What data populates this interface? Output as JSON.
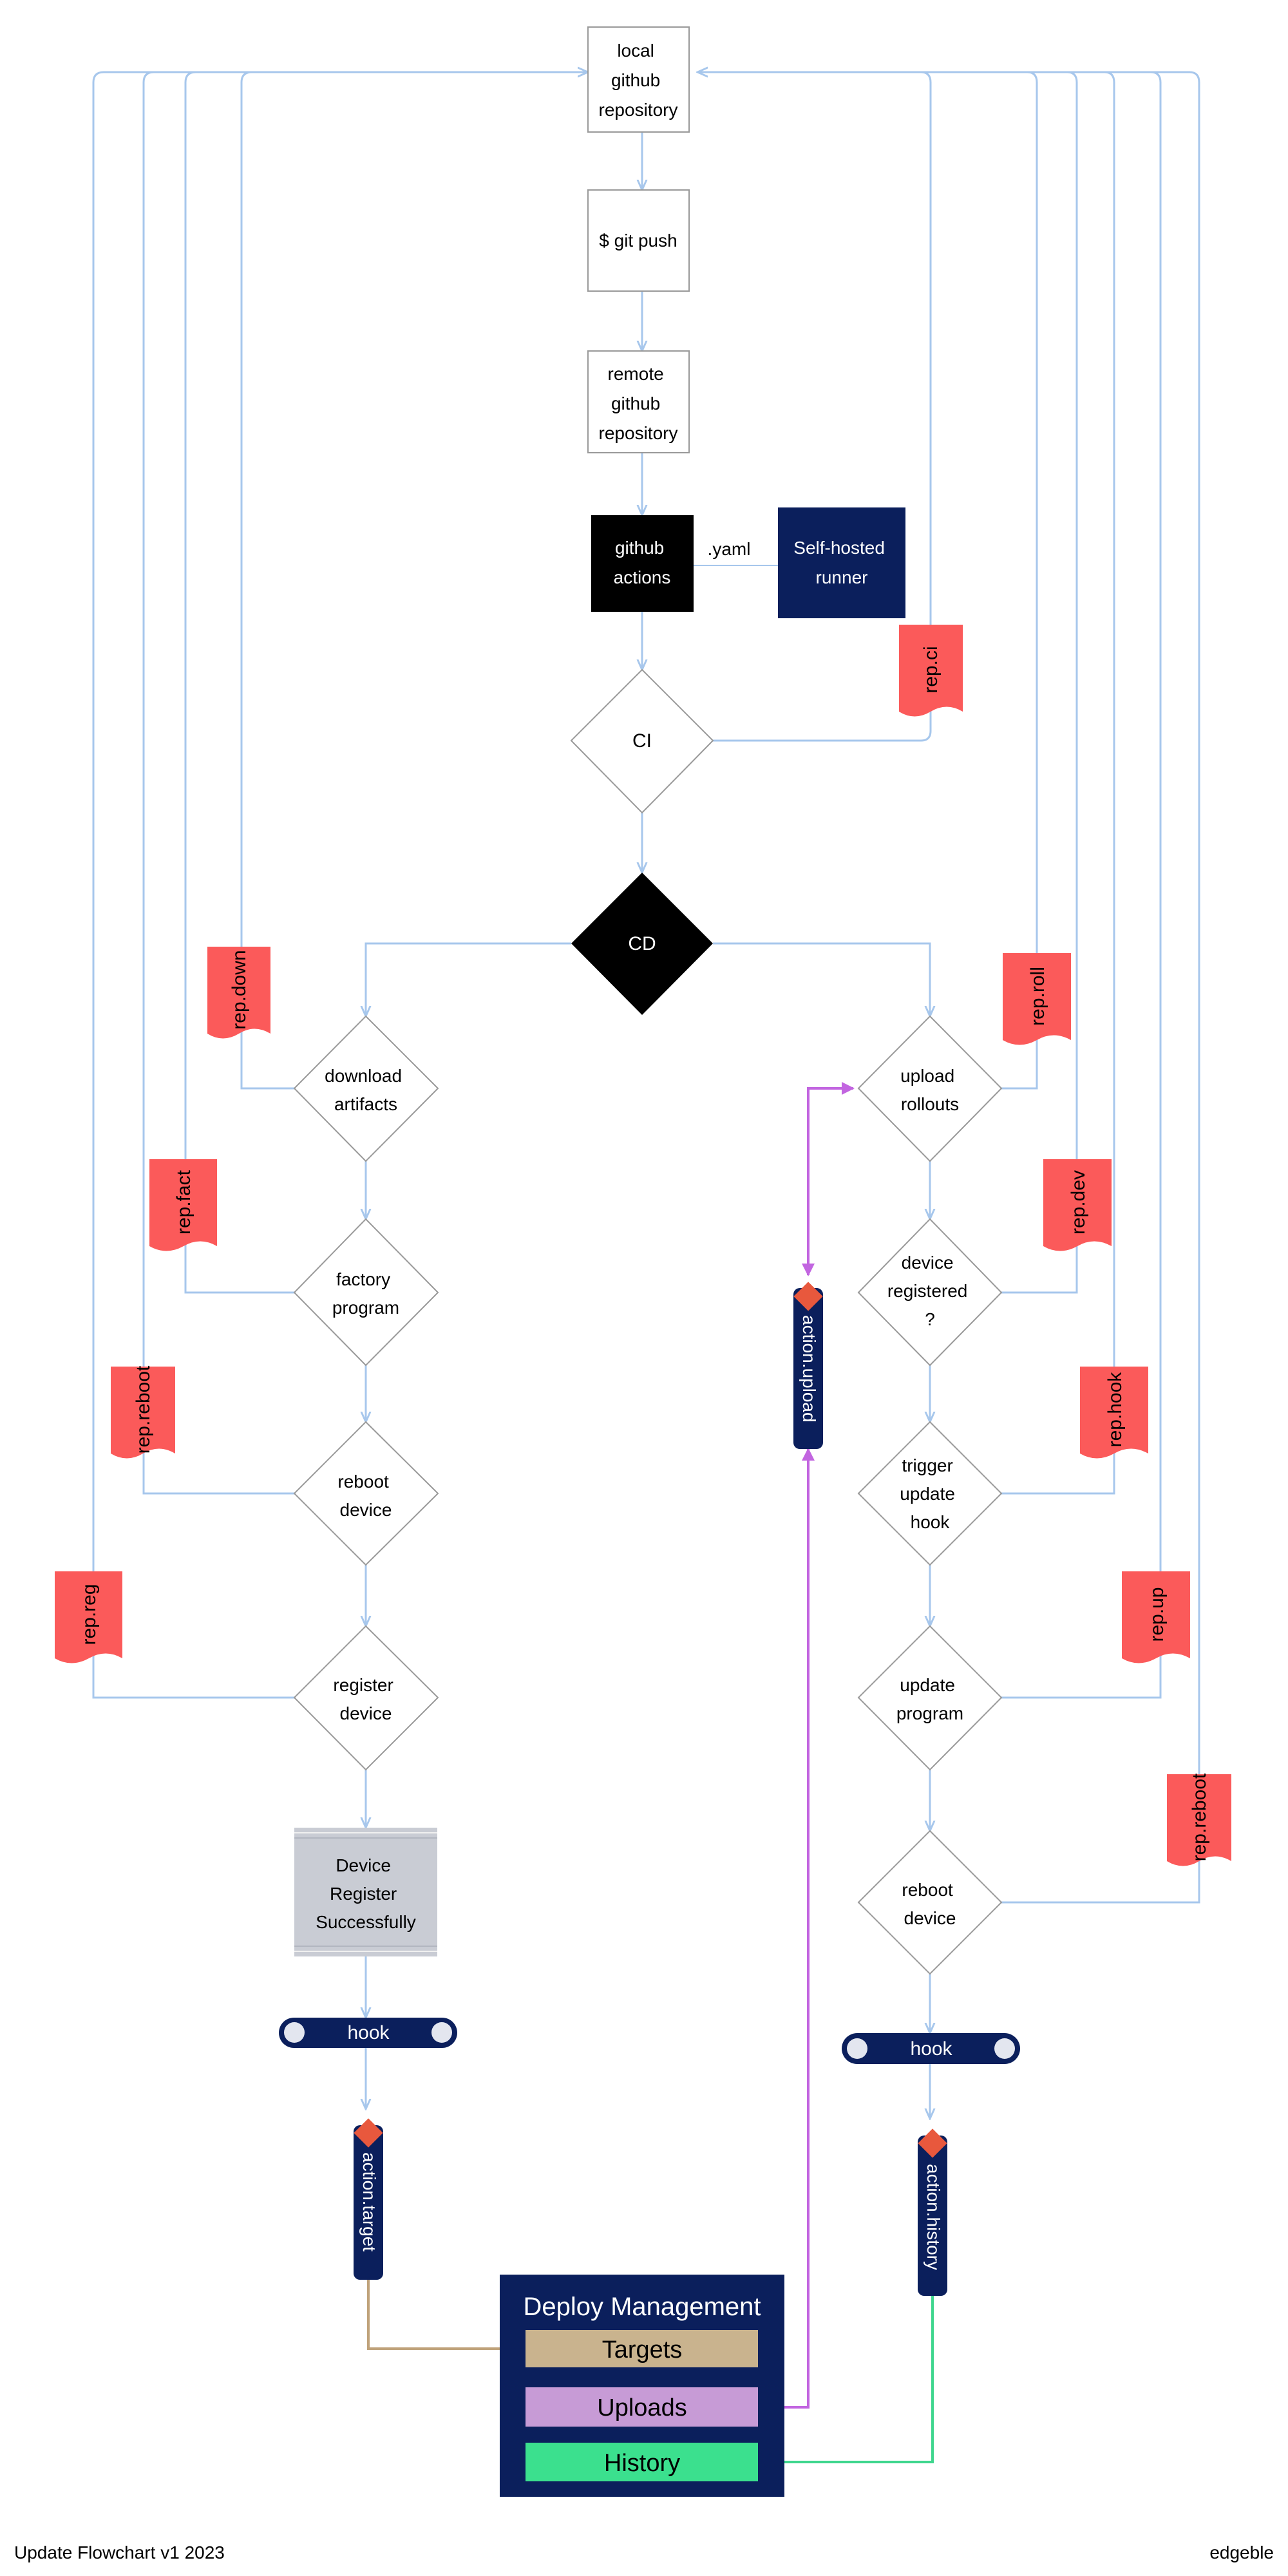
{
  "nodes": {
    "local_repo": [
      "local",
      "github",
      "repository"
    ],
    "git_push": [
      "$ git push"
    ],
    "remote_repo": [
      "remote",
      "github",
      "repository"
    ],
    "github_actions": [
      "github",
      "actions"
    ],
    "yaml_label": ".yaml",
    "self_hosted": [
      "Self-hosted",
      "runner"
    ],
    "ci": [
      "CI"
    ],
    "cd": [
      "CD"
    ],
    "download_artifacts": [
      "download",
      "artifacts"
    ],
    "factory_program": [
      "factory",
      "program"
    ],
    "reboot_device_left": [
      "reboot",
      "device"
    ],
    "register_device": [
      "register",
      "device"
    ],
    "device_register_success": [
      "Device",
      "Register",
      "Successfully"
    ],
    "upload_rollouts": [
      "upload",
      "rollouts"
    ],
    "device_registered": [
      "device",
      "registered",
      "?"
    ],
    "trigger_update_hook": [
      "trigger",
      "update",
      "hook"
    ],
    "update_program": [
      "update",
      "program"
    ],
    "reboot_device_right": [
      "reboot",
      "device"
    ]
  },
  "reports": {
    "ci": "rep.ci",
    "down": "rep.down",
    "fact": "rep.fact",
    "reboot_left": "rep.reboot",
    "reg": "rep.reg",
    "roll": "rep.roll",
    "dev": "rep.dev",
    "hook": "rep.hook",
    "up": "rep.up",
    "reboot_right": "rep.reboot"
  },
  "hooks": {
    "left": "hook",
    "right": "hook"
  },
  "actions": {
    "upload": "action.upload",
    "target": "action.target",
    "history": "action.history"
  },
  "deploy": {
    "title": "Deploy Management",
    "targets": "Targets",
    "uploads": "Uploads",
    "history": "History"
  },
  "footer": {
    "left": "Update Flowchart v1 2023",
    "right": "edgeble"
  },
  "colors": {
    "connector": "#a7c7ec",
    "navy": "#0b1f5c",
    "report": "#fb5a5a",
    "diamond_marker": "#e8583d",
    "targets": "#c9b38e",
    "uploads": "#c79bd6",
    "history": "#3be08e",
    "upload_link": "#c265e0",
    "target_link": "#bfa27a",
    "history_link": "#3fd68e"
  }
}
